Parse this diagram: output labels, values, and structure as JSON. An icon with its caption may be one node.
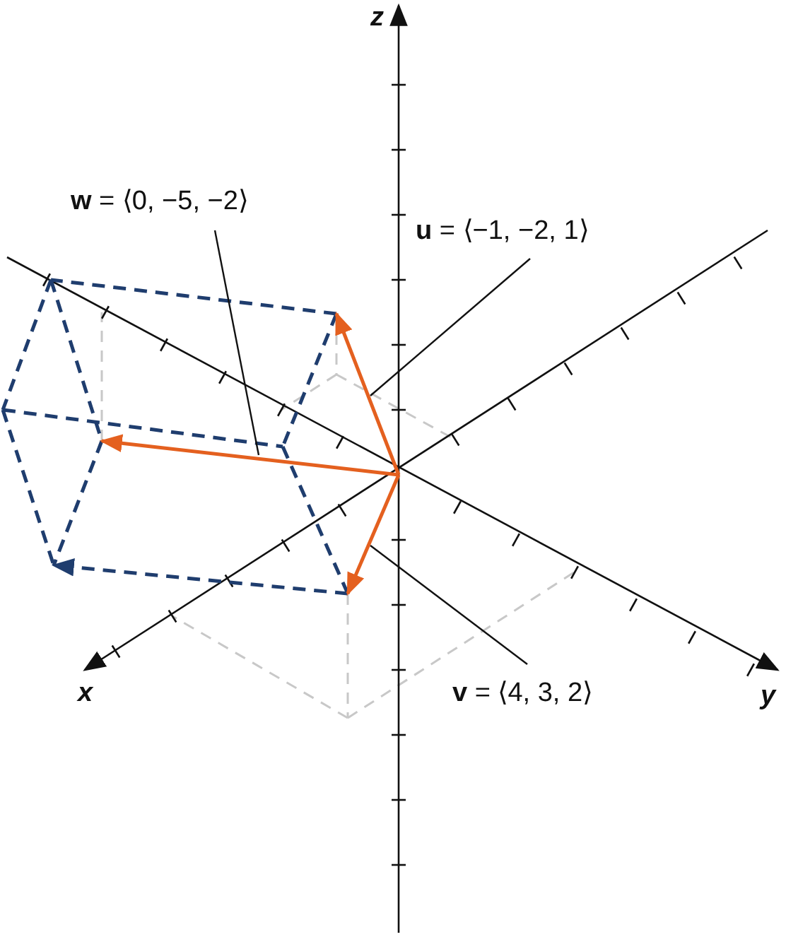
{
  "diagram": {
    "nodes": [
      {
        "text": [
          "**w** = ⟨0, −5, −2⟩"
        ]
      },
      {
        "text": [
          "**u** = ⟨−1, −2, 1⟩"
        ]
      },
      {
        "text": [
          "**v** = ⟨4, 3, 2⟩"
        ]
      },
      {
        "text": [],
        "shape": "arrow"
      },
      {
        "text": [],
        "shape": "arrow"
      },
      {
        "text": [],
        "shape": "arrow"
      }
    ],
    "edges": [
      {
        "from": 0,
        "to": 3,
        "arrow": "none"
      },
      {
        "from": 1,
        "to": 4,
        "arrow": "none"
      },
      {
        "from": 2,
        "to": 5,
        "arrow": "none"
      }
    ],
    "labels": [
      "z",
      "x",
      "y"
    ]
  }
}
